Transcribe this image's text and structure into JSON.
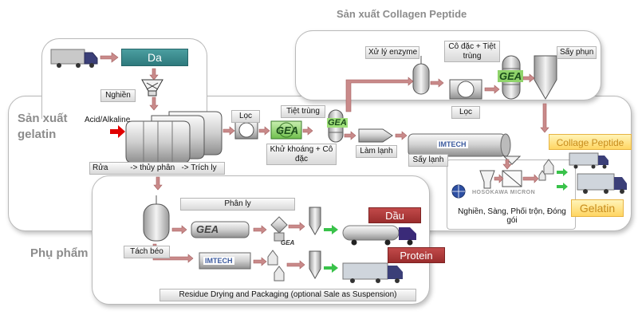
{
  "headings": {
    "collagen": "Sản xuất Collagen Peptide",
    "gelatin_line1": "Sản xuất",
    "gelatin_line2": "gelatin",
    "byproduct": "Phụ phẩm"
  },
  "labels": {
    "raw_material": "Da",
    "grinding": "Nghiền",
    "acid_alkaline": "Acid/Alkaline",
    "wash_hydrolysis_extract": "Rửa          -> thủy phân   -> Trích ly",
    "filter_main": "Lọc",
    "sterilization": "Tiệt trùng",
    "demineral_concentrate": "Khử khoáng + Cô đặc",
    "cooling": "Làm lạnh",
    "cold_drying": "Sấy lạnh",
    "enzyme": "Xử lý enzyme",
    "concentrate_sterilize": "Cô đặc + Tiệt trùng",
    "spray_drying": "Sấy phụn",
    "filter_collagen": "Lọc",
    "collagen_product": "Collage Peptide",
    "gelatin_product": "Gelatin",
    "grind_sieve_pack": "Nghiền, Sàng, Phối trộn, Đóng gói",
    "separation": "Phân ly",
    "degreasing": "Tách béo",
    "oil": "Dầu",
    "protein": "Protein",
    "residue": "Residue Drying and Packaging (optional Sale as Suspension)"
  },
  "logos": {
    "gea_1": "GEA",
    "gea_2": "GEA",
    "gea_3": "GEA",
    "gea_4": "GEA",
    "gea_5": "GEA",
    "imtech_1": "IMTECH",
    "imtech_2": "IMTECH",
    "hosokawa": "HOSOKAWA MICRON"
  },
  "colors": {
    "arrow": "#c98a8a",
    "red_arrow": "#e00000",
    "green_arrow": "#39c24a",
    "teal_tag": "#3a8b8e",
    "red_tag": "#b03c3c",
    "yellow_tag": "#ffe07a"
  }
}
